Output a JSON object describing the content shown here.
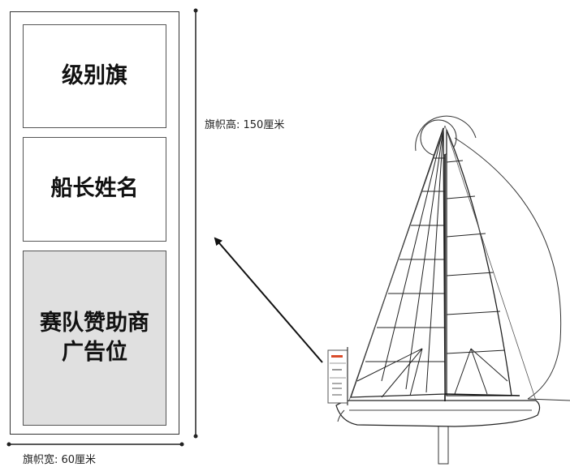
{
  "flag": {
    "panels": [
      {
        "lines": [
          "级别旗"
        ]
      },
      {
        "lines": [
          "船长姓名"
        ]
      },
      {
        "lines": [
          "赛队赞助商",
          "广告位"
        ]
      }
    ]
  },
  "dimensions": {
    "height_label": "旗帜高: 150厘米",
    "width_label": "旗帜宽: 60厘米"
  }
}
